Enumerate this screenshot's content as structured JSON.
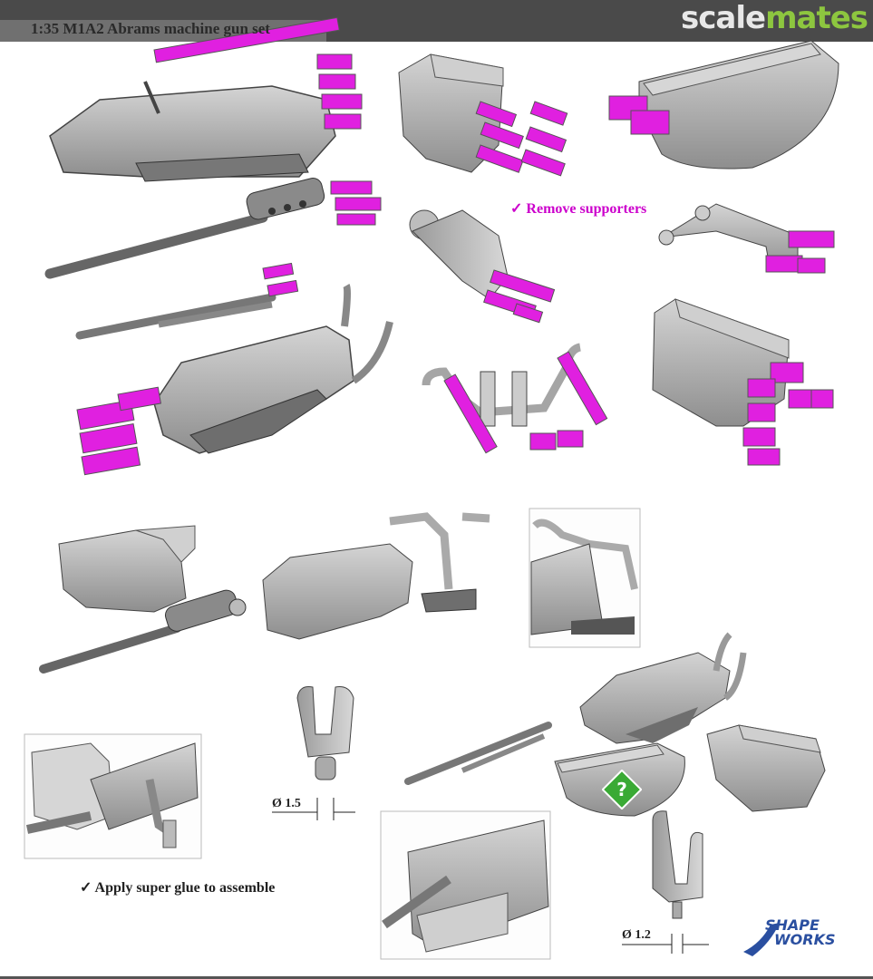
{
  "header": {
    "title": "1:35 M1A2 Abrams machine gun set",
    "logo_part1": "scale",
    "logo_part2": "mates"
  },
  "notes": {
    "remove_supporters": "✓ Remove supporters",
    "apply_glue": "✓ Apply super glue to assemble"
  },
  "dimensions": {
    "pin_large": "Ø 1.5",
    "pin_small": "Ø 1.2"
  },
  "badge": {
    "symbol": "?"
  },
  "brand": {
    "line1": "SHAPE",
    "line2": "WORKS"
  },
  "colors": {
    "support": "#e020e0",
    "part": "#b9b9b9",
    "header": "#4a4a4a",
    "logo_green": "#8dc63f",
    "badge_green": "#3aaa35"
  }
}
